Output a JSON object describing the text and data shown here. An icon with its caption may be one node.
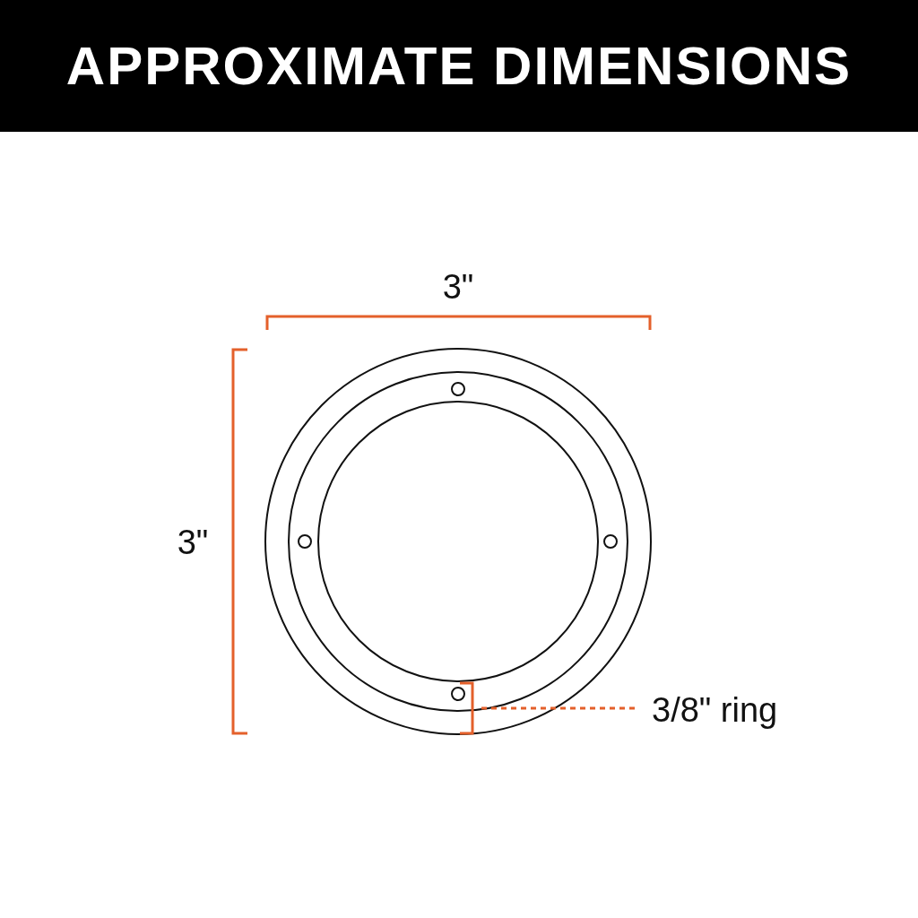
{
  "diagram": {
    "title": "APPROXIMATE DIMENSIONS",
    "labels": [
      "3\"",
      "3\"",
      "3/8\" ring"
    ]
  }
}
